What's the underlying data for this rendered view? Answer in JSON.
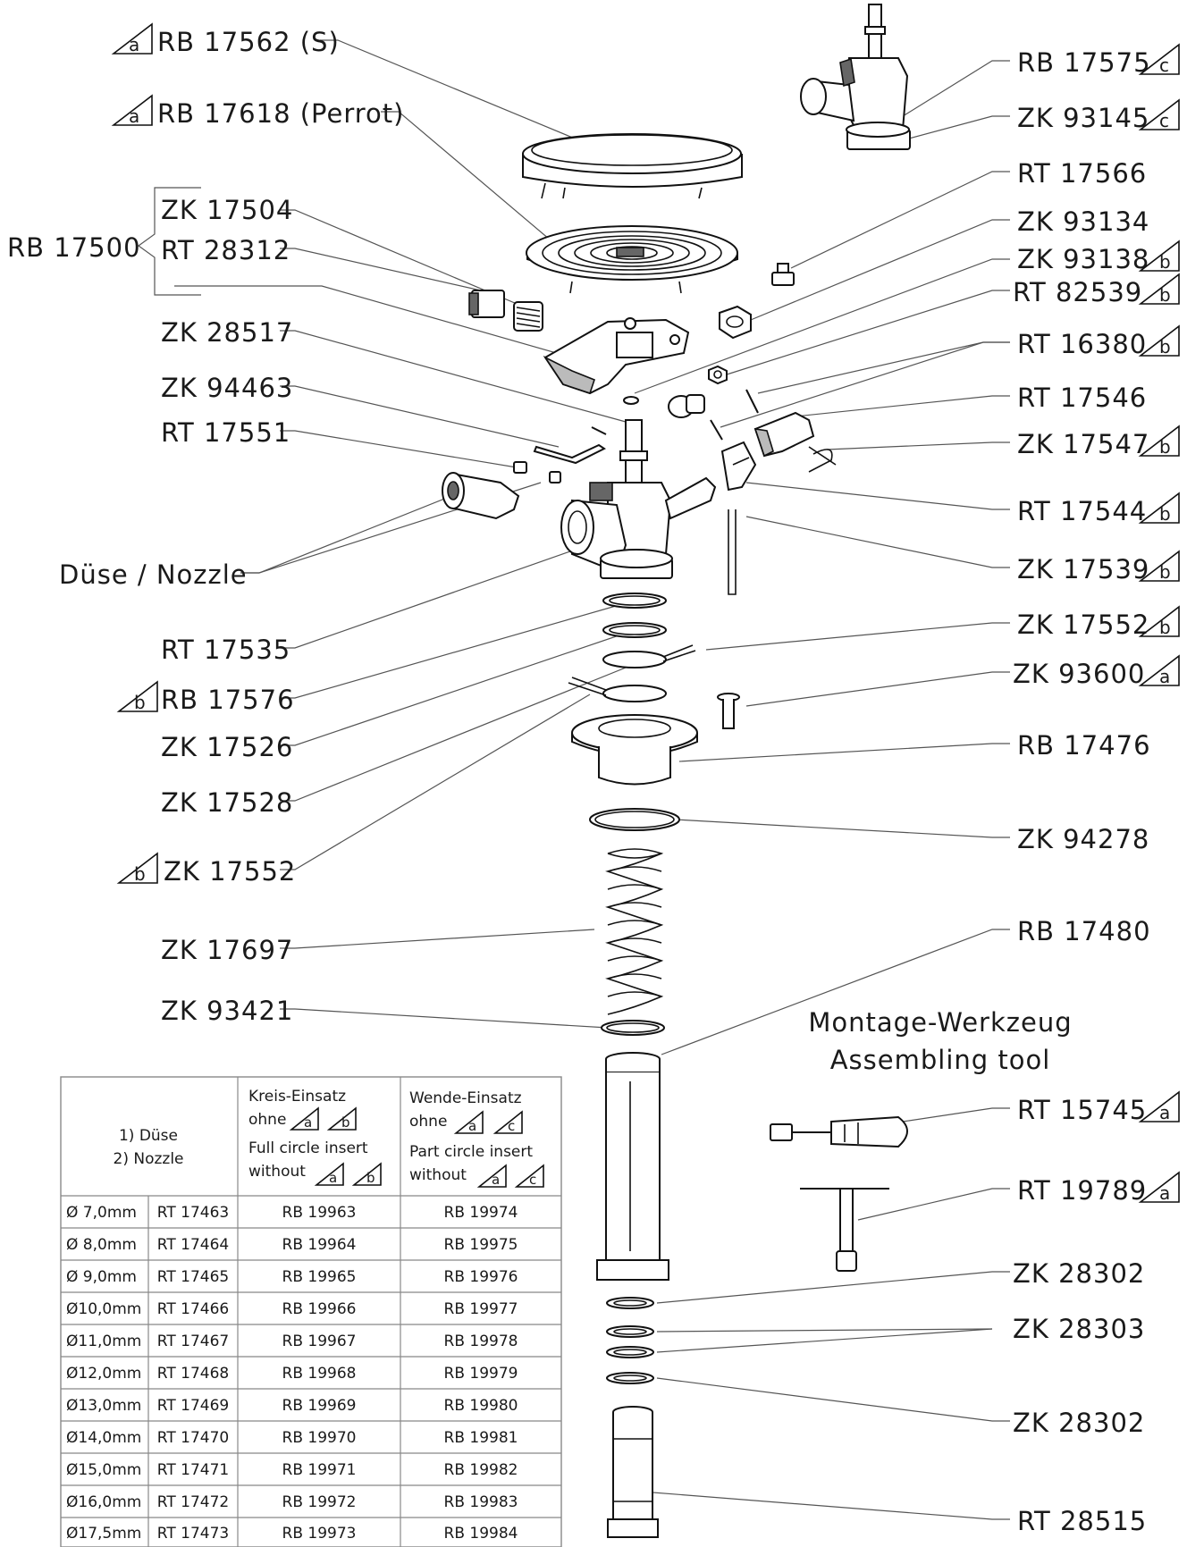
{
  "labels": {
    "rb17562": "RB 17562 (S)",
    "rb17618": "RB 17618 (Perrot)",
    "rb17500": "RB 17500",
    "zk17504": "ZK 17504",
    "rt28312": "RT 28312",
    "zk28517": "ZK 28517",
    "zk94463": "ZK 94463",
    "rt17551": "RT 17551",
    "nozzle": "Düse / Nozzle",
    "rt17535": "RT 17535",
    "rb17576": "RB 17576",
    "zk17526": "ZK 17526",
    "zk17528": "ZK 17528",
    "zk17552l": "ZK 17552",
    "zk17697": "ZK 17697",
    "zk93421": "ZK 93421",
    "rb17575": "RB 17575",
    "zk93145": "ZK 93145",
    "rt17566": "RT 17566",
    "zk93134": "ZK 93134",
    "zk93138": "ZK 93138",
    "rt82539": "RT 82539",
    "rt16380": "RT 16380",
    "rt17546": "RT 17546",
    "zk17547": "ZK 17547",
    "rt17544": "RT 17544",
    "zk17539": "ZK 17539",
    "zk17552r": "ZK 17552",
    "zk93600": "ZK 93600",
    "rb17476": "RB 17476",
    "zk94278": "ZK 94278",
    "rb17480": "RB 17480",
    "rt15745": "RT 15745",
    "rt19789": "RT 19789",
    "zk28302a": "ZK 28302",
    "zk28303": "ZK 28303",
    "zk28302b": "ZK 28302",
    "rt28515": "RT 28515"
  },
  "markers": {
    "a": "a",
    "b": "b",
    "c": "c"
  },
  "tool": {
    "title_de": "Montage-Werkzeug",
    "title_en": "Assembling tool"
  },
  "table": {
    "head1_l1": "1) Düse",
    "head1_l2": "2) Nozzle",
    "head2_l1": "Kreis-Einsatz",
    "head2_l2": "ohne",
    "head2_l3": "Full circle insert",
    "head2_l4": "without",
    "head3_l1": "Wende-Einsatz",
    "head3_l2": "ohne",
    "head3_l3": "Part circle insert",
    "head3_l4": "without",
    "rows": [
      [
        "Ø 7,0mm",
        "RT 17463",
        "RB 19963",
        "RB 19974"
      ],
      [
        "Ø 8,0mm",
        "RT 17464",
        "RB 19964",
        "RB 19975"
      ],
      [
        "Ø 9,0mm",
        "RT 17465",
        "RB 19965",
        "RB 19976"
      ],
      [
        "Ø10,0mm",
        "RT 17466",
        "RB 19966",
        "RB 19977"
      ],
      [
        "Ø11,0mm",
        "RT 17467",
        "RB 19967",
        "RB 19978"
      ],
      [
        "Ø12,0mm",
        "RT 17468",
        "RB 19968",
        "RB 19979"
      ],
      [
        "Ø13,0mm",
        "RT 17469",
        "RB 19969",
        "RB 19980"
      ],
      [
        "Ø14,0mm",
        "RT 17470",
        "RB 19970",
        "RB 19981"
      ],
      [
        "Ø15,0mm",
        "RT 17471",
        "RB 19971",
        "RB 19982"
      ],
      [
        "Ø16,0mm",
        "RT 17472",
        "RB 19972",
        "RB 19983"
      ],
      [
        "Ø17,5mm",
        "RT 17473",
        "RB 19973",
        "RB 19984"
      ]
    ]
  }
}
